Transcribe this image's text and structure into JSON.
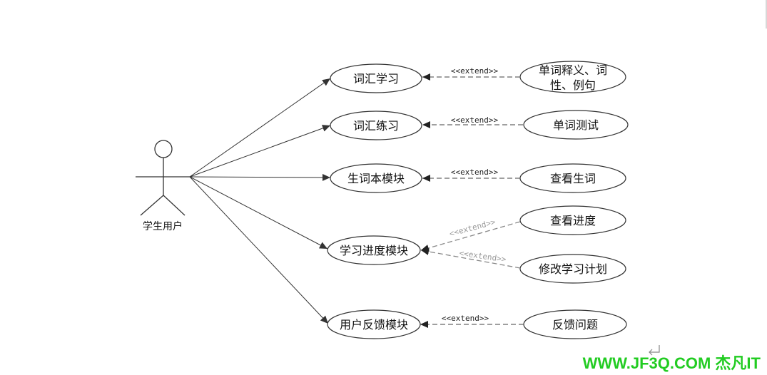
{
  "actor": {
    "label": "学生用户"
  },
  "usecases": {
    "vocab_study": "词汇学习",
    "vocab_practice": "词汇练习",
    "wordbook": "生词本模块",
    "progress": "学习进度模块",
    "feedback": "用户反馈模块"
  },
  "extensions": {
    "meaning_line1": "单词释义、词",
    "meaning_line2": "性、例句",
    "word_test": "单词测试",
    "view_new_words": "查看生词",
    "view_progress": "查看进度",
    "modify_plan": "修改学习计划",
    "feedback_issue": "反馈问题"
  },
  "stereotype": "<<extend>>",
  "watermark": {
    "text": "WWW.JF3Q.COM 杰凡IT",
    "color": "#22cc22"
  },
  "colors": {
    "line": "#333333",
    "dashed": "#666666",
    "faint": "#999999"
  }
}
